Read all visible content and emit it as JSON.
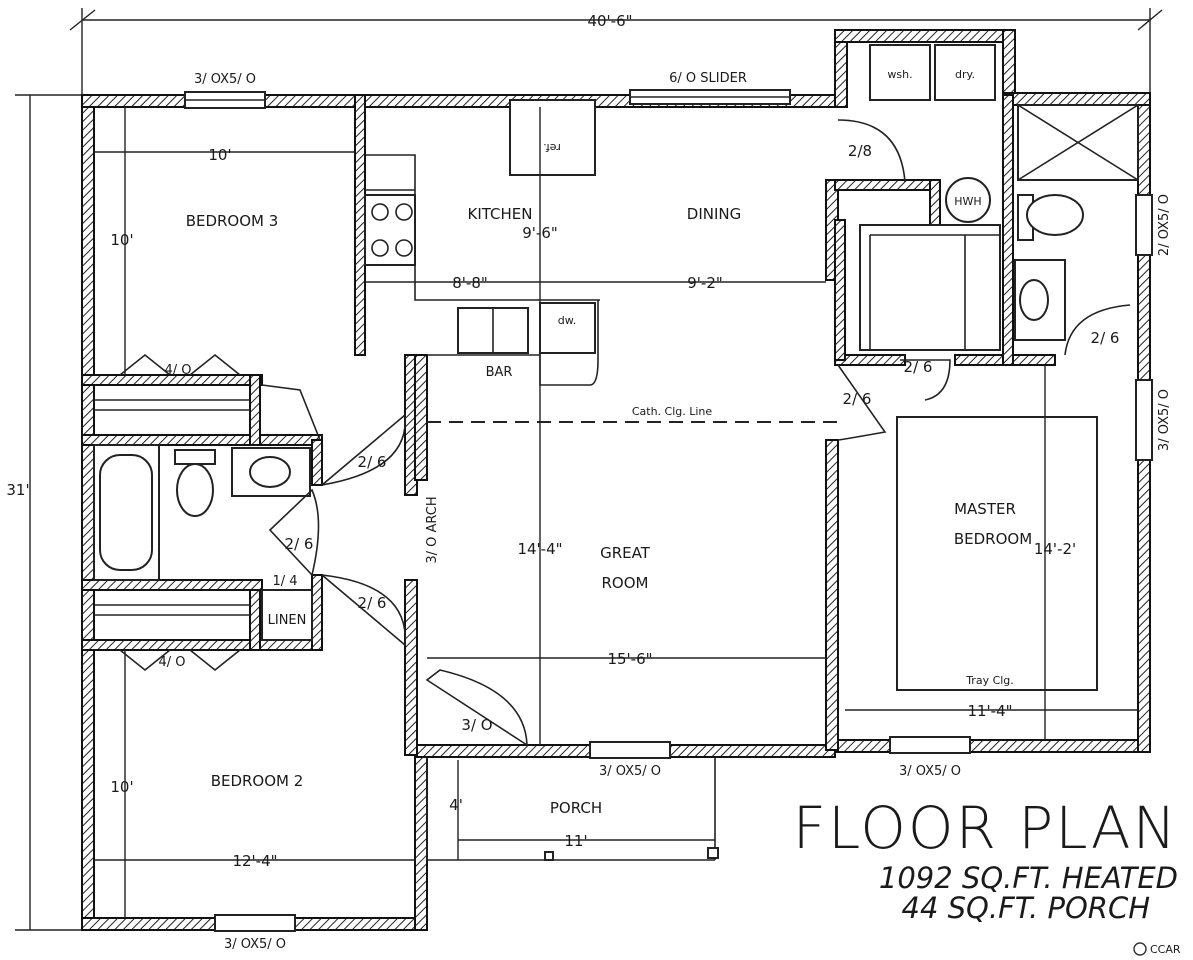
{
  "title": "FLOOR PLAN",
  "stats": [
    "1092 SQ.FT. HEATED",
    "44 SQ.FT. PORCH"
  ],
  "overall_dims": {
    "width": "40'-6\"",
    "depth": "31'"
  },
  "rooms": {
    "bedroom3": "BEDROOM 3",
    "kitchen": "KITCHEN",
    "dining": "DINING",
    "great_room_line1": "GREAT",
    "great_room_line2": "ROOM",
    "master_line1": "MASTER",
    "master_line2": "BEDROOM",
    "bedroom2": "BEDROOM 2",
    "porch": "PORCH",
    "linen": "LINEN",
    "bar": "BAR"
  },
  "dimensions": {
    "bed3_width": "10'",
    "bed3_depth": "10'",
    "kitchen_depth": "9'-6\"",
    "kitchen_width": "8'-8\"",
    "dining_width": "9'-2\"",
    "great_depth": "14'-4\"",
    "great_width": "15'-6\"",
    "master_depth": "14'-2'",
    "master_width": "11'-4\"",
    "bed2_depth": "10'",
    "bed2_width": "12'-4\"",
    "porch_depth": "4'",
    "porch_width": "11'"
  },
  "openings": {
    "top_window_bed3": "3/ OX5/ O",
    "slider": "6/ O SLIDER",
    "laundry_door": "2/8",
    "right_window_bath": "2/ OX5/ O",
    "right_window_master": "3/ OX5/ O",
    "closet_bed3": "4/ O",
    "closet_bed2": "4/ O",
    "hall_door_1": "2/ 6",
    "hall_door_2": "2/ 6",
    "hall_door_3": "2/ 6",
    "linen_door": "1/ 4",
    "arch": "3/ O ARCH",
    "master_closet_door": "2/ 6",
    "master_door": "2/ 6",
    "master_bath_door": "2/ 6",
    "entry_door": "3/ O",
    "front_window_great": "3/ OX5/ O",
    "front_window_master": "3/ OX5/ O",
    "bottom_window_bed2": "3/ OX5/ O"
  },
  "appliances": {
    "washer": "wsh.",
    "dryer": "dry.",
    "water_heater": "HWH",
    "refrigerator": "ref.",
    "dishwasher": "dw."
  },
  "notes": {
    "cath_ceiling": "Cath. Clg. Line",
    "tray_ceiling": "Tray Clg."
  },
  "watermark": "CCAR"
}
